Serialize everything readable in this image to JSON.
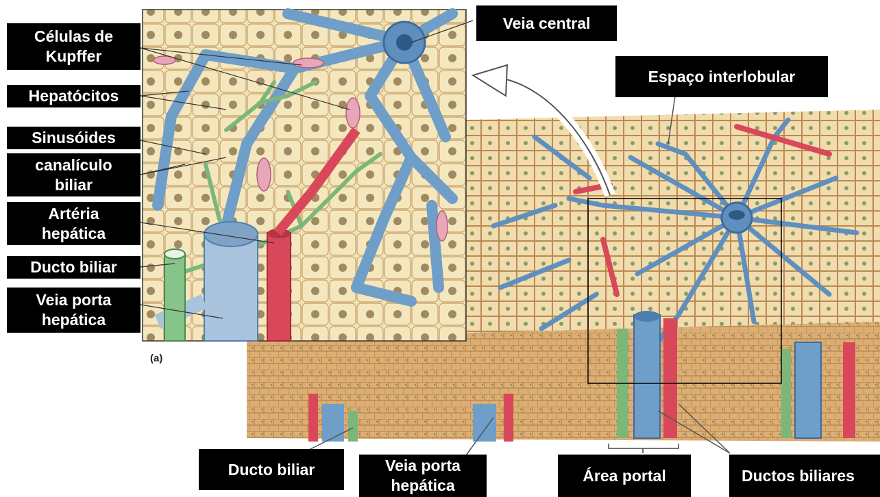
{
  "labels": {
    "kupffer": [
      "Células de",
      "Kupffer"
    ],
    "hepatocitos": "Hepatócitos",
    "sinusoides": "Sinusóides",
    "canaliculo": [
      "canalículo",
      "biliar"
    ],
    "arteria": [
      "Artéria",
      "hepática"
    ],
    "ducto_left": "Ducto biliar",
    "veia_porta_left": [
      "Veia porta",
      "hepática"
    ],
    "veia_central": "Veia central",
    "espaco": "Espaço interlobular",
    "ducto_bottom": "Ducto biliar",
    "veia_porta_bottom": [
      "Veia porta",
      "hepática"
    ],
    "area_portal": "Área portal",
    "ductos_biliares": "Ductos biliares"
  },
  "panel_letter": "(a)",
  "colors": {
    "hepatocyte": "#f3e2b0",
    "tissue": "#dcae72",
    "vein": "#6f9ec9",
    "artery": "#d9485a",
    "bile_duct": "#7cb77a",
    "kupffer": "#e8a6b8",
    "label_bg": "#000000",
    "label_text": "#ffffff"
  }
}
